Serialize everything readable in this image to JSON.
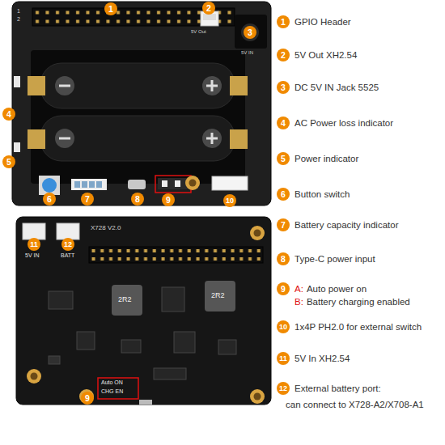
{
  "diagram": {
    "nodes": [
      {
        "text": [
          "1"
        ]
      },
      {
        "text": [
          "2"
        ]
      },
      {
        "text": [
          "3"
        ]
      },
      {
        "text": [
          "4"
        ]
      },
      {
        "text": [
          "5"
        ]
      },
      {
        "text": [
          "6"
        ]
      },
      {
        "text": [
          "7"
        ]
      },
      {
        "text": [
          "8"
        ]
      },
      {
        "text": [
          "9"
        ]
      },
      {
        "text": [
          "10"
        ]
      },
      {
        "text": [
          "11"
        ]
      },
      {
        "text": [
          "12"
        ]
      },
      {
        "text": [
          "9"
        ]
      },
      {
        "text": [
          "1",
          "GPIO Header"
        ]
      },
      {
        "text": [
          "2",
          "5V Out XH2.54"
        ]
      },
      {
        "text": [
          "3",
          "DC 5V IN Jack 5525"
        ]
      },
      {
        "text": [
          "4",
          "AC Power loss indicator"
        ]
      },
      {
        "text": [
          "5",
          "Power indicator"
        ]
      },
      {
        "text": [
          "6",
          "Button switch"
        ]
      },
      {
        "text": [
          "7",
          "Battery capacity indicator"
        ]
      },
      {
        "text": [
          "8",
          "Type-C power input"
        ]
      },
      {
        "text": [
          "9",
          "A:",
          "Auto power on",
          "B:",
          "Battery charging enabled"
        ]
      },
      {
        "text": [
          "10",
          "1x4P PH2.0 for external switch"
        ]
      },
      {
        "text": [
          "11",
          "5V In XH2.54"
        ]
      },
      {
        "text": [
          "12",
          "External battery port:",
          "can connect to X728-A2/X708-A1"
        ]
      }
    ],
    "labels": [
      "1",
      "2",
      "5V Out",
      "5V IN",
      "X728 V2.0",
      "5V IN",
      "BATT",
      "2R2",
      "2R2",
      "Auto ON",
      "CHG EN"
    ]
  }
}
